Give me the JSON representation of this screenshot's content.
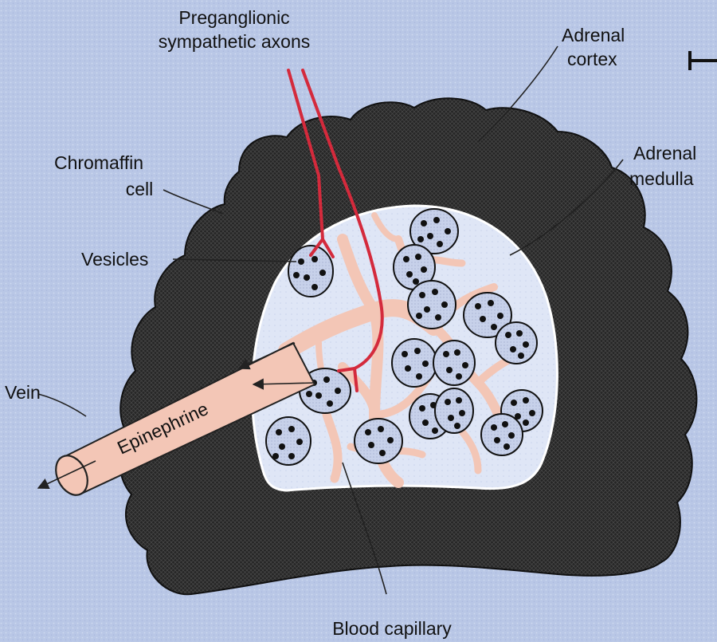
{
  "labels": {
    "preganglionic_line1": "Preganglionic",
    "preganglionic_line2": "sympathetic axons",
    "adrenal_cortex_line1": "Adrenal",
    "adrenal_cortex_line2": "cortex",
    "adrenal_medulla_line1": "Adrenal",
    "adrenal_medulla_line2": "medulla",
    "chromaffin_line1": "Chromaffin",
    "chromaffin_line2": "cell",
    "vesicles": "Vesicles",
    "vein": "Vein",
    "epinephrine": "Epinephrine",
    "blood_capillary": "Blood capillary"
  },
  "colors": {
    "background": "#b9c7e6",
    "cortex": "#262626",
    "medulla": "#dfe6f6",
    "vessel": "#f3c6b6",
    "axon": "#d42a3c",
    "cell_fill": "#c7d1ea"
  }
}
